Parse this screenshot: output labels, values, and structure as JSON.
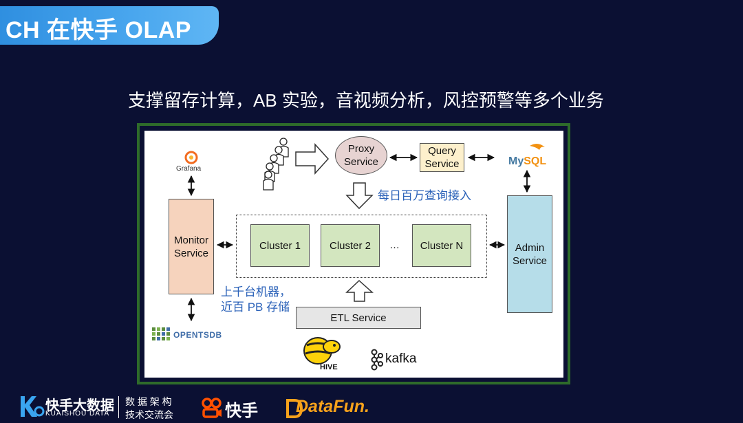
{
  "slide": {
    "title": "CH 在快手 OLAP",
    "subtitle": "支撑留存计算，AB 实验，音视频分析，风控预警等多个业务"
  },
  "diagram": {
    "proxy_service": "Proxy Service",
    "query_service": "Query Service",
    "monitor_service": "Monitor Service",
    "admin_service": "Admin Service",
    "clusters": [
      "Cluster 1",
      "Cluster 2",
      "Cluster N"
    ],
    "cluster_ellipsis": "…",
    "etl_service": "ETL Service",
    "note_query": "每日百万查询接入",
    "note_machines_line1": "上千台机器，",
    "note_machines_line2": "近百 PB 存储",
    "logos": {
      "grafana": "Grafana",
      "mysql_my": "My",
      "mysql_sql": "SQL",
      "opentsdb": "OPENTSDB",
      "hive": "HIVE",
      "kafka": "kafka"
    }
  },
  "footer": {
    "brand_cn": "快手大数据",
    "brand_en": "KUAISHOU DATA",
    "tag_line1": "数 据 架 构",
    "tag_line2": "技术交流会",
    "kuaishou": "快手",
    "datafun": "DataFun."
  },
  "colors": {
    "background": "#0b1033",
    "title_tab": "#3a9be8",
    "frame_border": "#2e6b2a",
    "note_blue": "#2a61b8",
    "monitor_fill": "#f6d3bd",
    "admin_fill": "#b6dde9",
    "cluster_fill": "#d3e6bf",
    "query_fill": "#fdf0cc",
    "proxy_fill": "#e7d3d2",
    "etl_fill": "#e6e6e6"
  }
}
